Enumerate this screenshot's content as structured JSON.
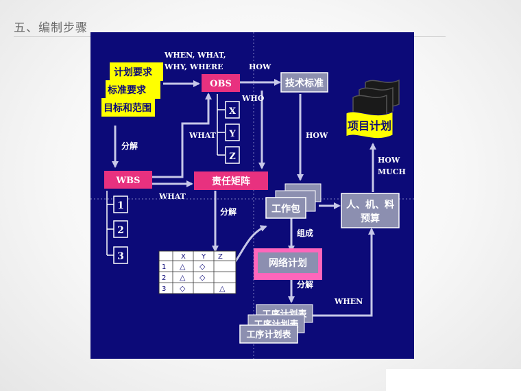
{
  "slide": {
    "title": "五、编制步骤"
  },
  "colors": {
    "panel": "#0c0a78",
    "pink": "#e8317f",
    "yellow": "#ffff00",
    "gray_box": "#8c8fb0",
    "arrow": "#c7c8e8",
    "text_light": "#ffffff",
    "text_dark": "#0c0a78",
    "frame": "#ff66bb"
  },
  "inputs": [
    "计划要求",
    "标准要求",
    "目标和范围"
  ],
  "nodes": {
    "obs": "OBS",
    "wbs": "WBS",
    "resp_matrix": "责任矩阵",
    "tech_std": "技术标准",
    "work_pkg": "工作包",
    "resources": [
      "人、机、料",
      "预算"
    ],
    "project_plan": "项目计划",
    "network_plan": "网络计划",
    "proc_sheets": [
      "工序计划表",
      "工序计划表",
      "工序计划表"
    ]
  },
  "obs_children": [
    "X",
    "Y",
    "Z"
  ],
  "wbs_children": [
    "1",
    "2",
    "3"
  ],
  "labels": {
    "when_what_1": "WHEN, WHAT,",
    "when_what_2": "WHY, WHERE",
    "how_top": "HOW",
    "who": "WHO",
    "what_obs": "WHAT",
    "decomp_left": "分解",
    "what_wbs": "WHAT",
    "decomp_mid": "分解",
    "how_mid": "HOW",
    "how_much_1": "HOW",
    "how_much_2": "MUCH",
    "compose": "组成",
    "decomp_net": "分解",
    "when": "WHEN"
  },
  "matrix": {
    "headers": [
      "",
      "X",
      "Y",
      "Z"
    ],
    "rows": [
      [
        "1",
        "△",
        "◇",
        ""
      ],
      [
        "2",
        "△",
        "◇",
        ""
      ],
      [
        "3",
        "◇",
        "",
        "△"
      ]
    ]
  }
}
